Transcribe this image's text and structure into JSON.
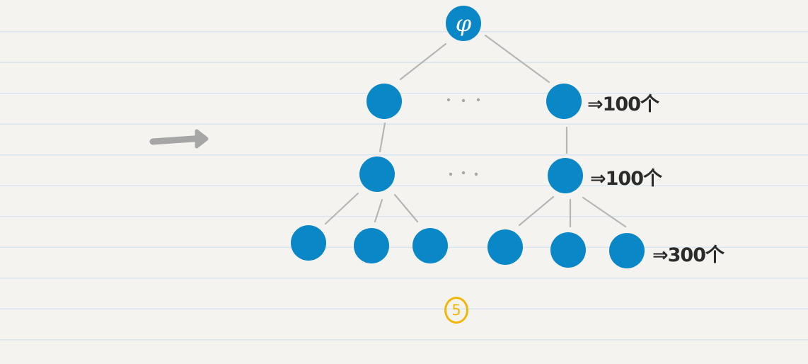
{
  "diagram": {
    "root": {
      "symbol": "φ"
    },
    "labels": {
      "level_1": "⇒100个",
      "level_2": "⇒100个",
      "level_3": "⇒300个"
    },
    "step_marker": "5",
    "colors": {
      "node": "#0a87c7",
      "edge": "#b6b6b6",
      "arrow": "#a6a6a6",
      "step_marker": "#f2b705",
      "paper": "#f4f3ef",
      "ruling": "#d9e6ef"
    }
  }
}
